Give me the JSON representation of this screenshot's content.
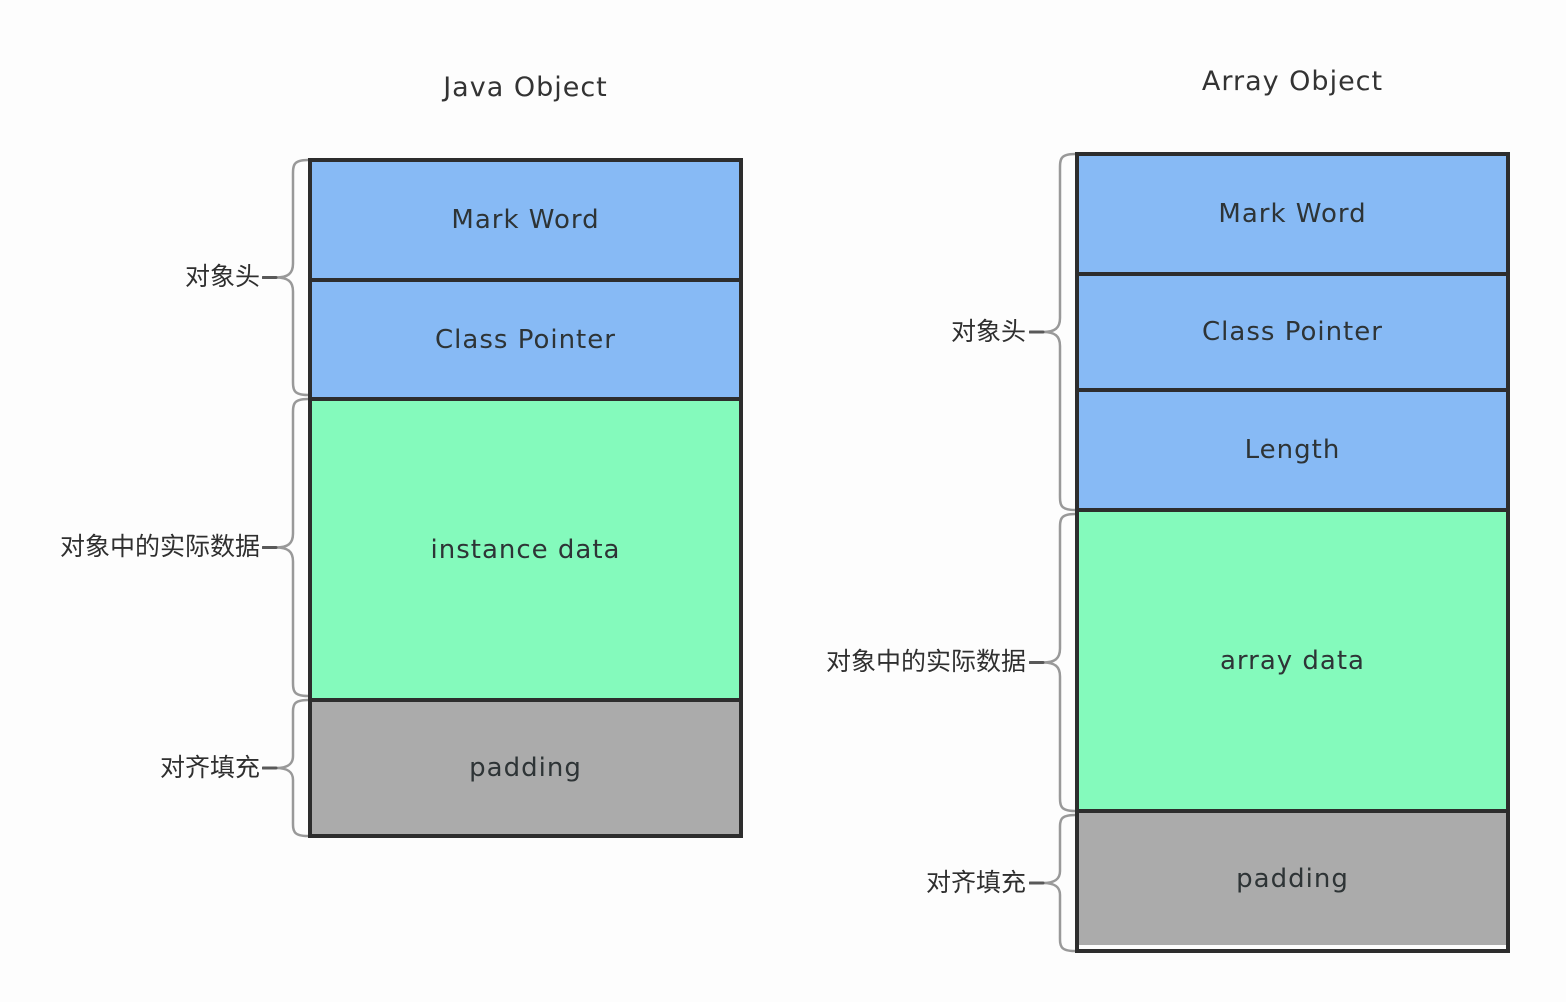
{
  "diagrams": [
    {
      "title": "Java Object",
      "rows": [
        {
          "label": "Mark Word",
          "kind": "header"
        },
        {
          "label": "Class Pointer",
          "kind": "header"
        },
        {
          "label": "instance data",
          "kind": "data"
        },
        {
          "label": "padding",
          "kind": "padding"
        }
      ],
      "braces": [
        {
          "label": "对象头"
        },
        {
          "label": "对象中的实际数据"
        },
        {
          "label": "对齐填充"
        }
      ]
    },
    {
      "title": "Array Object",
      "rows": [
        {
          "label": "Mark Word",
          "kind": "header"
        },
        {
          "label": "Class Pointer",
          "kind": "header"
        },
        {
          "label": "Length",
          "kind": "header"
        },
        {
          "label": "array data",
          "kind": "data"
        },
        {
          "label": "padding",
          "kind": "padding"
        }
      ],
      "braces": [
        {
          "label": "对象头"
        },
        {
          "label": "对象中的实际数据"
        },
        {
          "label": "对齐填充"
        }
      ]
    }
  ],
  "colors": {
    "header_fill": "#87baf5",
    "data_fill": "#84fabc",
    "padding_fill": "#ababab",
    "border": "#2d2d2d",
    "brace": "#999999",
    "text": "#2e3436"
  }
}
